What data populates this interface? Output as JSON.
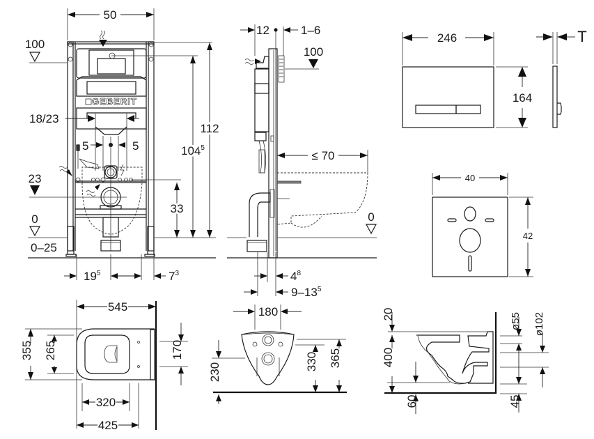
{
  "document": {
    "type": "technical dimension drawing",
    "brand_logo": "GEBERIT",
    "views": {
      "frame_front": {
        "width": "50",
        "level_100": "100",
        "height_112": "112",
        "height_104": "104",
        "height_104_sup": "5",
        "outlet_spacing": "18/23",
        "offset_left": "5",
        "offset_right": "5",
        "level_23": "23",
        "height_33": "33",
        "level_0": "0",
        "floor_range": "0–25",
        "bottom_left": "19",
        "bottom_left_sup": "5",
        "bottom_right": "7",
        "bottom_right_sup": "3"
      },
      "frame_side": {
        "depth_12": "12",
        "adjust_1_6": "1–6",
        "level_100": "100",
        "projection": "≤ 70",
        "level_0": "0",
        "depth_4": "4",
        "depth_4_sup": "8",
        "depth_9_13": "9–13",
        "depth_9_13_sup": "5"
      },
      "flush_plate": {
        "width": "246",
        "height": "164",
        "thickness": "T"
      },
      "sound_pad": {
        "width": "40",
        "height": "42"
      },
      "wc_top": {
        "length": "545",
        "outer_width": "355",
        "inner_width": "265",
        "fixing_spacing": "170",
        "inner_length": "320",
        "outer_length": "425"
      },
      "wc_front": {
        "hole_spacing": "180",
        "height_230": "230",
        "height_330": "330",
        "height_365": "365"
      },
      "wc_side": {
        "top_20": "20",
        "height_400": "400",
        "bottom_60": "60",
        "dia_55": "ø55",
        "dia_102": "ø102",
        "bottom_45": "45"
      }
    }
  }
}
